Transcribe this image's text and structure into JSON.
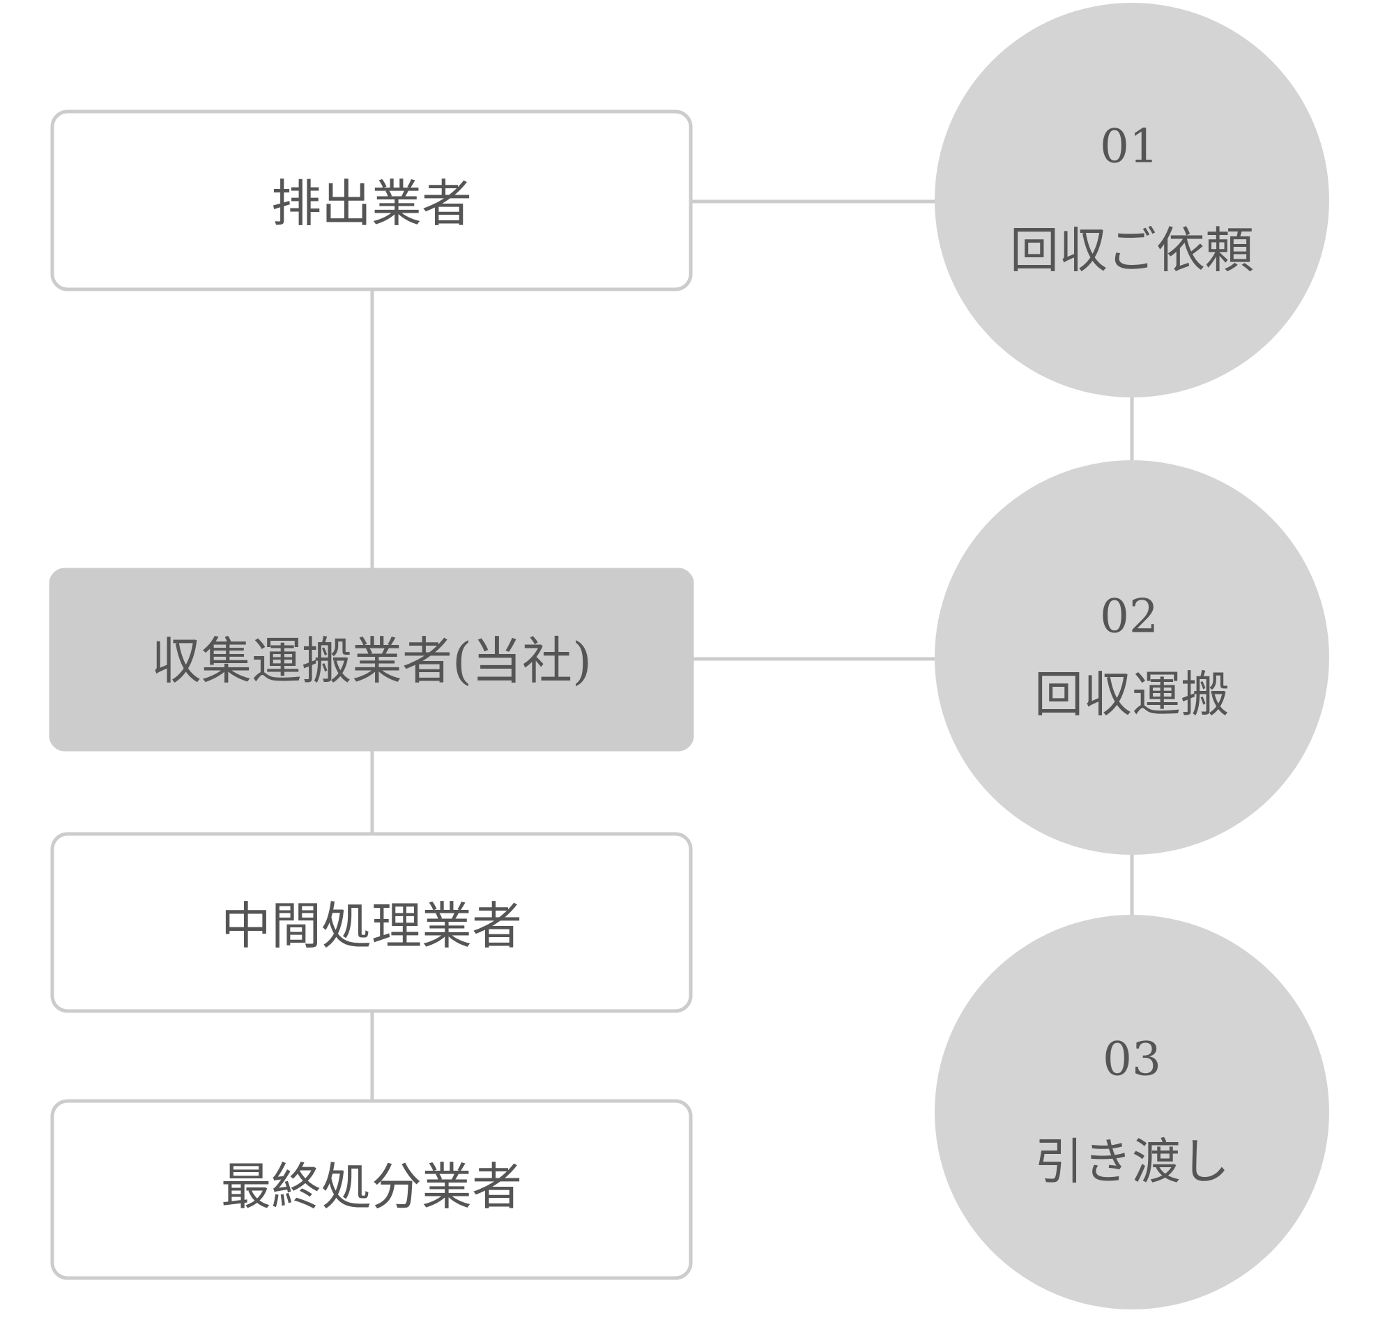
{
  "colors": {
    "box_border": "#cccccc",
    "highlight_box": "#cccccc",
    "circle": "#d4d4d4",
    "text": "#555555"
  },
  "parties": [
    {
      "label": "排出業者"
    },
    {
      "label": "収集運搬業者(当社)",
      "highlighted": true
    },
    {
      "label": "中間処理業者"
    },
    {
      "label": "最終処分業者"
    }
  ],
  "steps": [
    {
      "number": "01",
      "label": "回収ご依頼"
    },
    {
      "number": "02",
      "label": "回収運搬"
    },
    {
      "number": "03",
      "label": "引き渡し"
    }
  ]
}
